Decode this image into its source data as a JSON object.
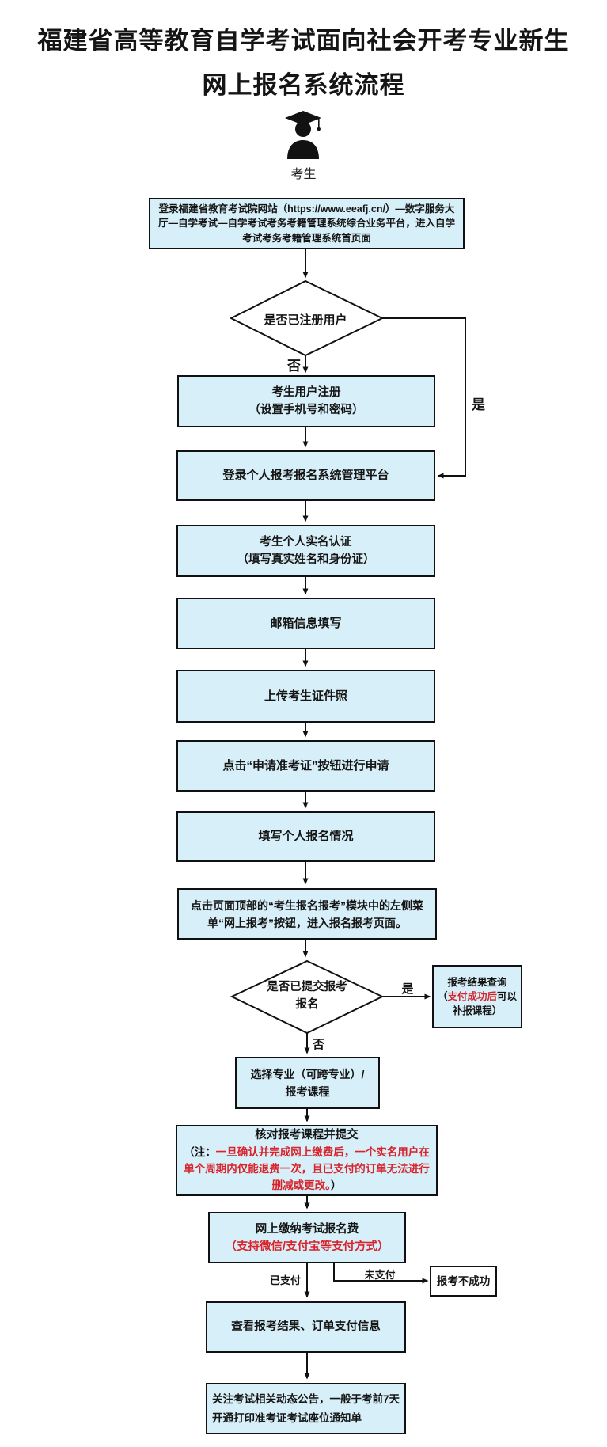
{
  "title": {
    "line1": "福建省高等教育自学考试面向社会开考专业新生",
    "line2": "网上报名系统流程"
  },
  "actor": {
    "label": "考生",
    "icon": "graduate-person-icon"
  },
  "colors": {
    "node_fill": "#d7eff8",
    "line": "#111111",
    "highlight_red": "#d9232b"
  },
  "nodes": {
    "login": {
      "text": "登录福建省教育考试院网站（https://www.eeafj.cn/）—数字服务大厅—自学考试—自学考试考务考籍管理系统综合业务平台，进入自学考试考务考籍管理系统首页面"
    },
    "registered_check": {
      "text": "是否已注册用户"
    },
    "register": {
      "line1": "考生用户注册",
      "line2": "（设置手机号和密码）"
    },
    "login_platform": {
      "text": "登录个人报考报名系统管理平台"
    },
    "realname": {
      "line1": "考生个人实名认证",
      "line2": "（填写真实姓名和身份证）"
    },
    "email": {
      "text": "邮箱信息填写"
    },
    "photo": {
      "text": "上传考生证件照"
    },
    "apply_ticket": {
      "text": "点击“申请准考证”按钮进行申请"
    },
    "fill_info": {
      "text": "填写个人报名情况"
    },
    "online_menu": {
      "text": "点击页面顶部的“考生报名报考”模块中的左侧菜单“网上报考”按钮，进入报名报考页面。"
    },
    "submitted_check": {
      "line1": "是否已提交报考",
      "line2": "报名"
    },
    "result_query": {
      "line1": "报考结果查询",
      "line2_pre": "（",
      "line2_red": "支付成功后",
      "line2_post": "可以",
      "line3": "补报课程）"
    },
    "choose_major": {
      "line1": "选择专业（可跨专业）/",
      "line2": "报考课程"
    },
    "confirm_submit": {
      "line1": "核对报考课程并提交",
      "note_pre": "（注：",
      "note_red": "一旦确认并完成网上缴费后，一个实名用户在单个周期内仅能退费一次，且已支付的订单无法进行删减或更改。",
      "note_post": "）"
    },
    "pay_fee": {
      "line1": "网上缴纳考试报名费",
      "line2_red": "（支持微信/支付宝等支付方式）"
    },
    "fail": {
      "text": "报考不成功"
    },
    "view_result": {
      "text": "查看报考结果、订单支付信息"
    },
    "notice": {
      "text": "关注考试相关动态公告，一般于考前7天开通打印准考证考试座位通知单"
    }
  },
  "edge_labels": {
    "yes1": "是",
    "no1": "否",
    "yes2": "是",
    "no2": "否",
    "paid": "已支付",
    "unpaid": "未支付"
  }
}
